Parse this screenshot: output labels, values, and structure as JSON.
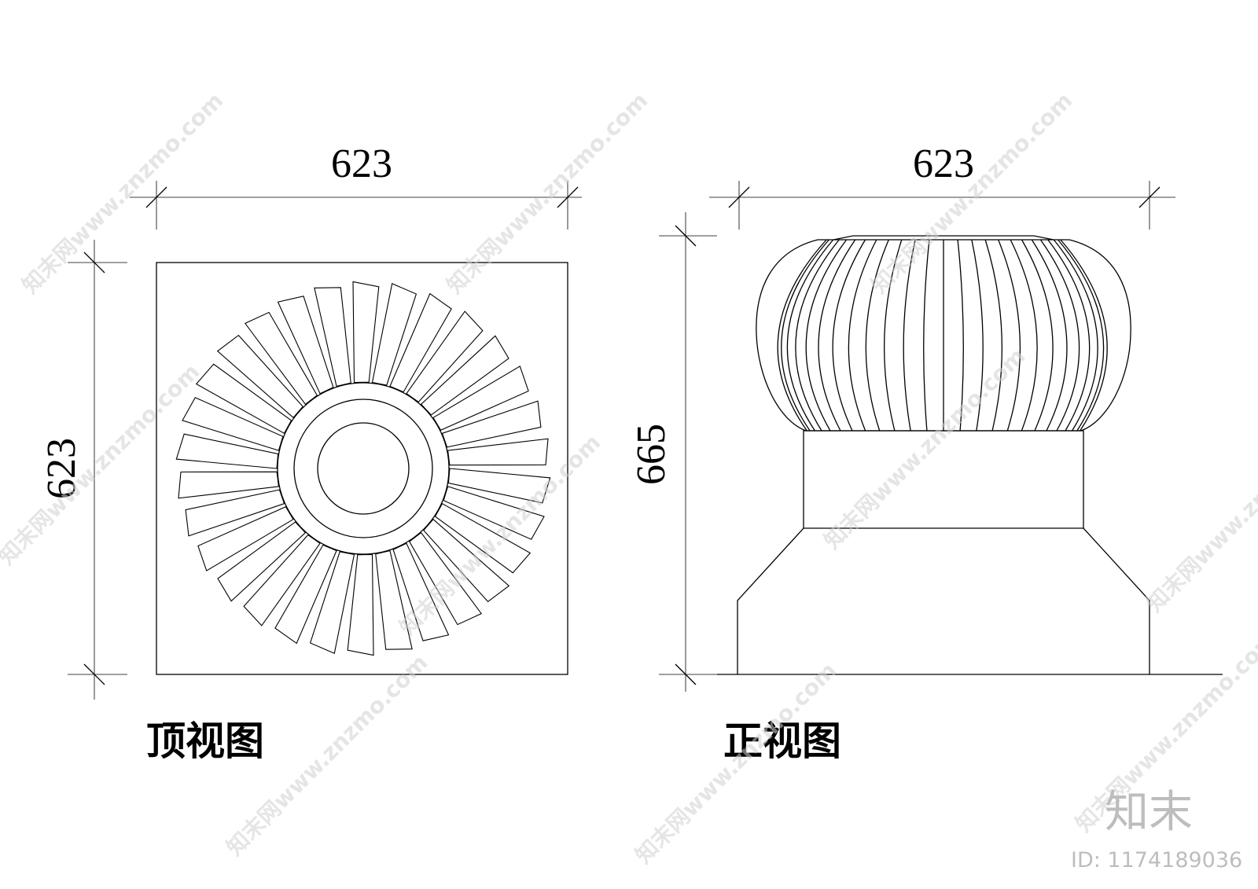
{
  "top_view": {
    "label": "顶视图",
    "width_dim": "623",
    "height_dim": "623"
  },
  "front_view": {
    "label": "正视图",
    "width_dim": "623",
    "height_dim": "665"
  },
  "watermark": {
    "site": "知末网www.znzmo.com",
    "logo": "知末",
    "id": "ID: 1174189036"
  }
}
